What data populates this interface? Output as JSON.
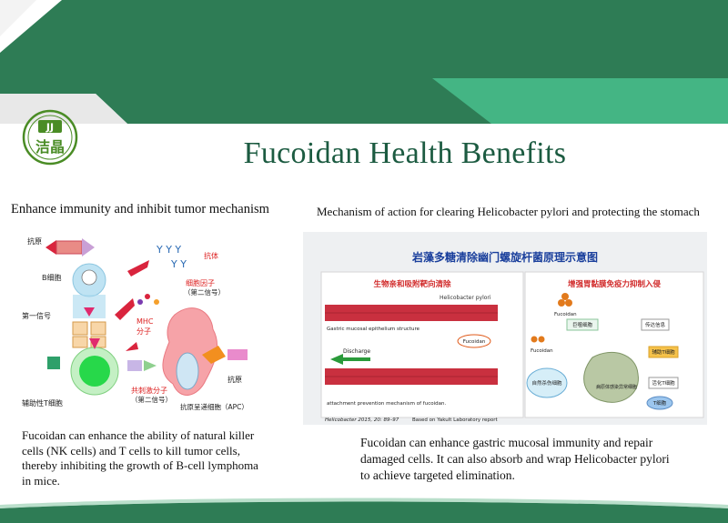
{
  "title": "Fucoidan Health Benefits",
  "left_section": {
    "subtitle": "Enhance immunity and inhibit tumor mechanism",
    "figure_labels": {
      "antigen": "抗原",
      "b_cell": "B细胞",
      "first_signal": "第一信号",
      "helper_t_cell": "辅助性T细胞",
      "antibody": "抗体",
      "cytokine": "细胞因子",
      "second_signal_a": "（第二信号）",
      "mhc": "MHC",
      "molecule": "分子",
      "costim": "共刺激分子",
      "second_signal_b": "（第二信号）",
      "apc": "抗原呈递细胞（APC）",
      "antigen_2": "抗原"
    },
    "description": "Fucoidan can enhance the ability of natural killer cells (NK cells) and T cells to kill tumor cells, thereby inhibiting the growth of B-cell lymphoma in mice."
  },
  "right_section": {
    "subtitle": "Mechanism of action for clearing Helicobacter pylori and protecting the stomach",
    "figure_labels": {
      "title": "岩藻多糖清除幽门螺旋杆菌原理示意图",
      "panel_left_heading": "生物亲和吸附靶向清除",
      "panel_right_heading": "增强胃黏膜免疫力抑制入侵",
      "hp_label": "Helicobacter pylori",
      "epithelium_label": "Gastric mucosal epithelium structure",
      "fucoidan_label": "Fucoidan",
      "discharge": "Discharge",
      "attachment": "attachment prevention mechanism of fucoidan.",
      "citation": "Helicobacter 2015, 20: 89–97",
      "based_on": "Based on Yakult Laboratory report",
      "fucoidan_top": "Fucoidan",
      "macrophage": "巨噬细胞",
      "antigen_info": "传达信息",
      "helper_t": "辅助T细胞",
      "fucoidan_mid": "Fucoidan",
      "nk_cell": "自然杀伤细胞",
      "infected_cell": "病原体感染异常细胞",
      "activate": "活化T细胞",
      "t_cell": "T细胞"
    },
    "description": "Fucoidan can enhance gastric mucosal immunity and repair damaged cells. It can also absorb and wrap Helicobacter pylori to achieve targeted elimination."
  },
  "colors": {
    "banner_dark": "#2e7c55",
    "banner_light": "#44b584",
    "title_green": "#1c5b41",
    "logo_green": "#4a8c25"
  }
}
